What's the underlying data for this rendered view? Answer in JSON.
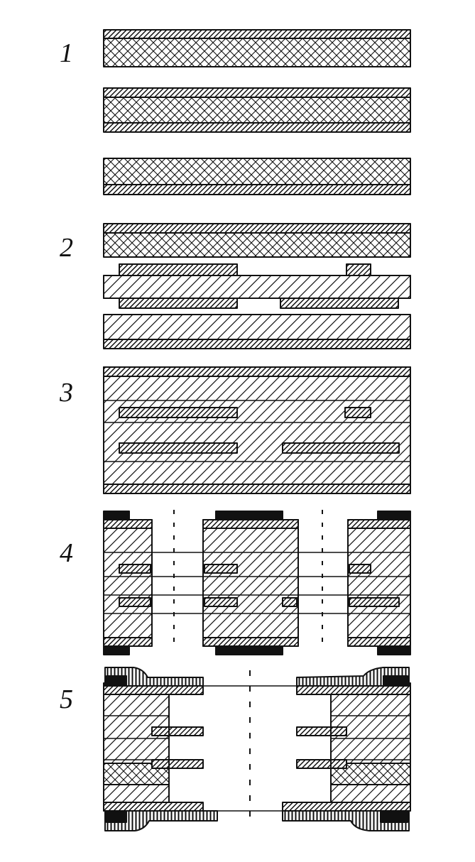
{
  "steps": [
    {
      "label": "1"
    },
    {
      "label": "2"
    },
    {
      "label": "3"
    },
    {
      "label": "4"
    },
    {
      "label": "5"
    }
  ],
  "colors": {
    "ink": "#111111",
    "paper": "#ffffff"
  }
}
